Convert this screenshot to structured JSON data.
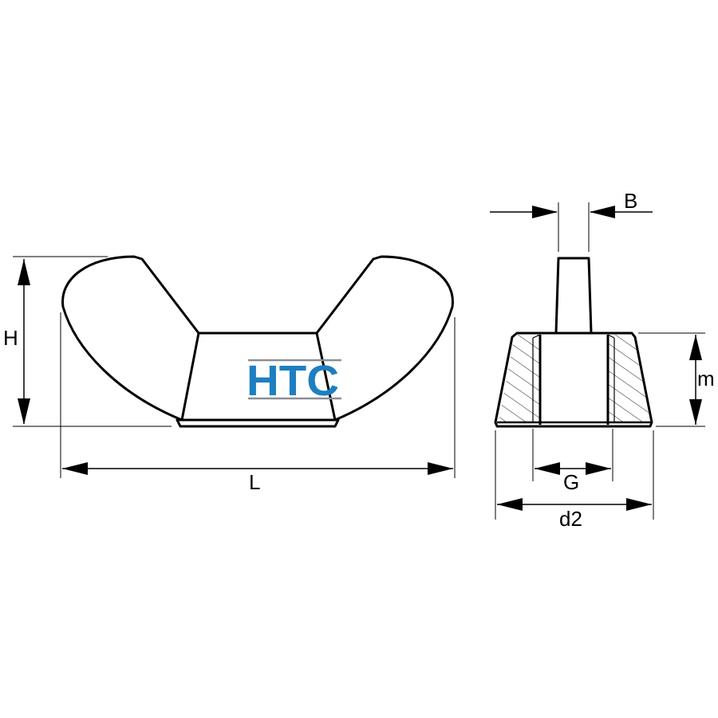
{
  "dimensions": {
    "H": "H",
    "L": "L",
    "B": "B",
    "m": "m",
    "G": "G",
    "d2": "d2"
  },
  "logo": {
    "text": "HTC",
    "color": "#1e7fc0",
    "rule_color": "#8a8f96"
  },
  "colors": {
    "line": "#000000",
    "background": "#ffffff"
  }
}
